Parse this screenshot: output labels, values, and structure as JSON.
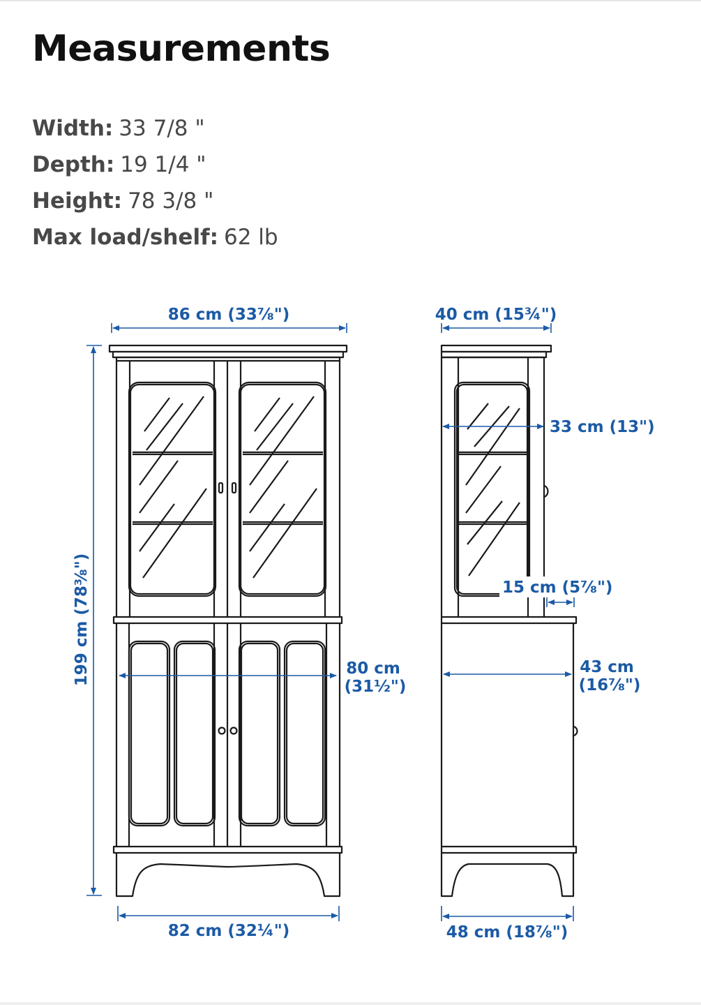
{
  "page": {
    "title": "Measurements"
  },
  "specs": [
    {
      "label": "Width:",
      "value": "33 7/8 \""
    },
    {
      "label": "Depth:",
      "value": "19 1/4 \""
    },
    {
      "label": "Height:",
      "value": "78 3/8 \""
    },
    {
      "label": "Max load/shelf:",
      "value": "62 lb"
    }
  ],
  "dimensions": {
    "front_width_top": "86 cm (33⅞\")",
    "front_height": "199 cm (78⅜\")",
    "front_inner_width_line1": "80 cm",
    "front_inner_width_line2": "(31½\")",
    "front_width_bottom": "82 cm (32¼\")",
    "side_depth_top": "40 cm (15¾\")",
    "side_shelf_depth": "33 cm (13\")",
    "side_step": "15 cm (5⅞\")",
    "side_base_depth_line1": "43 cm",
    "side_base_depth_line2": "(16⅞\")",
    "side_depth_bottom": "48 cm (18⅞\")"
  },
  "colors": {
    "dimension_blue": "#1b5aa6",
    "line_art": "#1a1a1a"
  }
}
